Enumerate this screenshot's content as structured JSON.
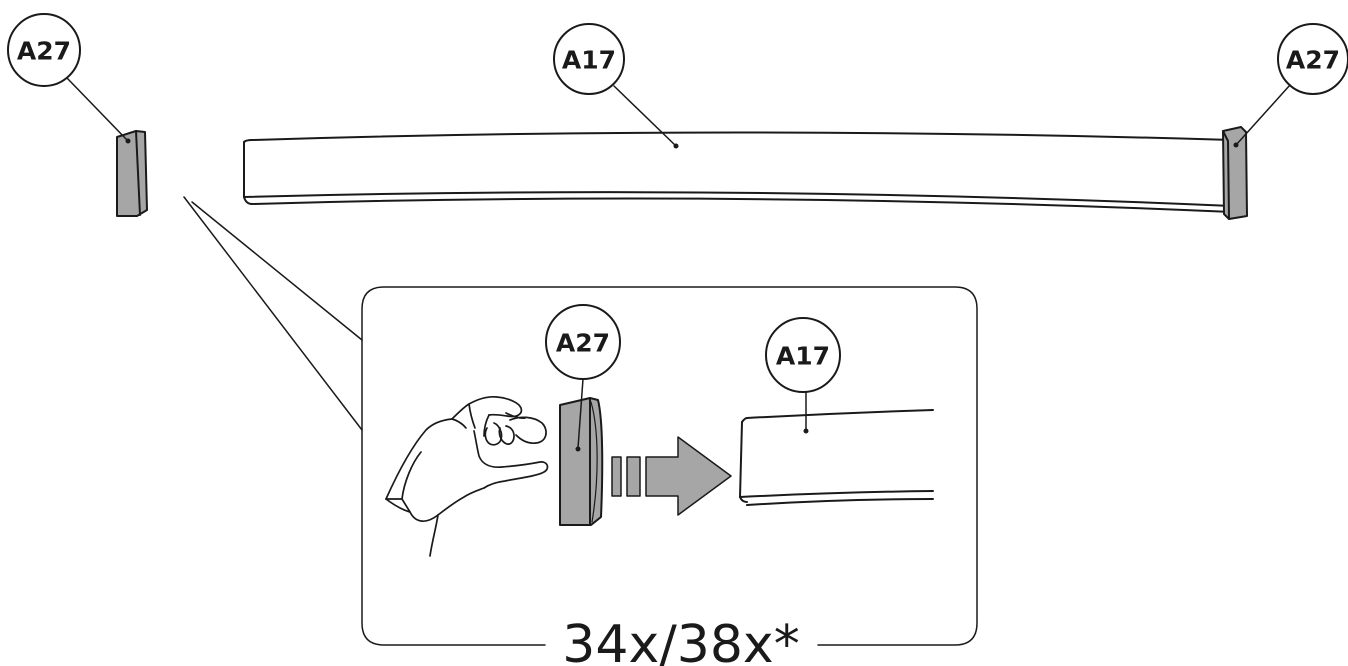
{
  "callouts": {
    "top_left": "A27",
    "top_center": "A17",
    "top_right": "A27",
    "detail_cap": "A27",
    "detail_rail": "A17"
  },
  "quantity": "34x/38x*",
  "colors": {
    "line": "#1a1a1a",
    "part_fill": "#a6a6a6",
    "arrow_fill": "#a6a6a6",
    "background": "#ffffff"
  },
  "icons": [
    "hand-icon",
    "push-arrow-icon"
  ]
}
